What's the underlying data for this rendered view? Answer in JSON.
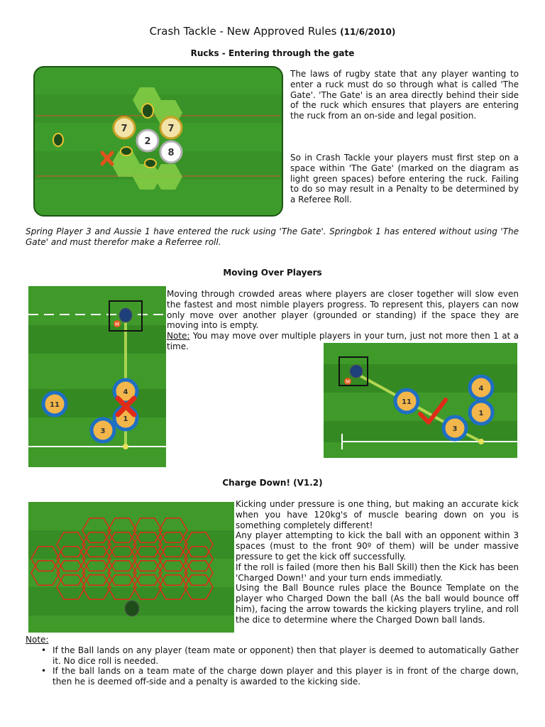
{
  "title": {
    "main": "Crash Tackle - New Approved Rules",
    "date": "(11/6/2010)"
  },
  "rucks": {
    "heading": "Rucks - Entering through the gate",
    "p1": "The laws of rugby state that any player wanting to enter a ruck must do so through what is called 'The Gate'. 'The Gate' is an area directly behind their side of the ruck which ensures that players are entering the ruck from an on-side and legal position.",
    "p2": "So in Crash Tackle your players must first step on a space within 'The Gate' (marked on the diagram as light green spaces) before entering the ruck. Failing to do so may result in a Penalty to be determined by a Referee Roll.",
    "caption": "Spring Player 3 and Aussie 1 have entered the ruck using 'The Gate'. Springbok 1 has entered without using 'The Gate' and must therefor make a Referree roll.",
    "tokens": [
      "7",
      "2",
      "7",
      "8"
    ]
  },
  "moving": {
    "heading": "Moving Over Players",
    "p1": "Moving through crowded areas where players are closer together will slow even the fastest and most nimble players progress. To represent this, players can now only move over another player (grounded or standing) if the space they are moving into is empty.",
    "note_label": "Note:",
    "note_text": " You may move over multiple players in your turn, just not more then 1 at a time.",
    "left_tokens": [
      "11",
      "4",
      "1",
      "3"
    ],
    "right_tokens": [
      "11",
      "4",
      "1",
      "3"
    ],
    "marker": "M"
  },
  "charge": {
    "heading": "Charge Down! (V1.2)",
    "p1": "Kicking under pressure is one thing, but making an accurate kick when you have 120kg's of muscle bearing down on you is something completely different!",
    "p2": "Any player attempting to kick the ball with an opponent within 3 spaces (must to the front 90º of them) will be under massive pressure to get the kick off successfully.",
    "p3": "If the roll is failed (more then his Ball Skill) then the Kick has been 'Charged Down!' and your turn ends immediatly.",
    "p4": "Using the Ball Bounce rules place the Bounce Template on the player who Charged Down the ball (As the ball would bounce off him), facing the arrow towards the kicking players tryline, and roll the dice to determine where the Charged Down ball lands.",
    "note_label": "Note:",
    "bullets": [
      "If the Ball lands on any player (team mate or opponent) then that player is deemed to automatically Gather it. No dice roll is needed.",
      "If the ball lands on a team mate of the charge down player and this player is in front of the charge down, then he is deemed off-side and a penalty is awarded to the kicking side."
    ]
  },
  "colors": {
    "pitch": "#3f9a2a",
    "pitch_dark": "#2f7f20",
    "gate": "#8fd24a",
    "blue_ring": "#1f6fc4",
    "red": "#e02b18"
  }
}
